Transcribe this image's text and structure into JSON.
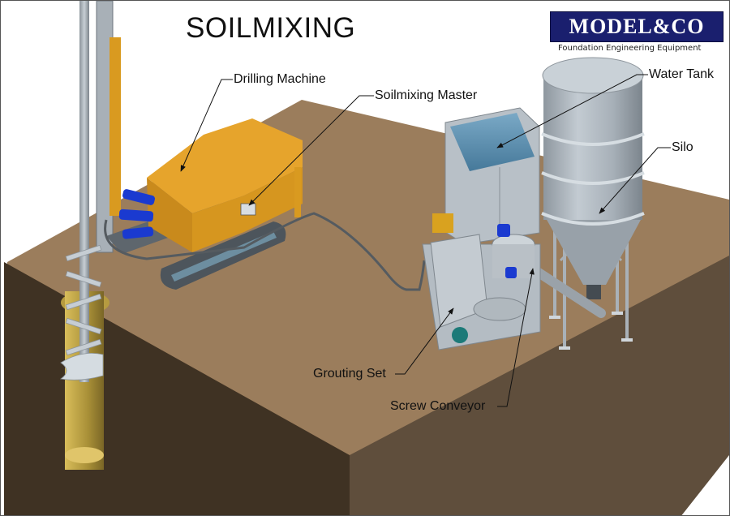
{
  "title": "SOILMIXING",
  "logo": {
    "name": "MODEL&CO",
    "tagline": "Foundation Engineering Equipment",
    "color": "#1a1f6e"
  },
  "colors": {
    "ground_top": "#9b7d5c",
    "ground_front": "#3f3223",
    "ground_side": "#5f4e3c",
    "machine_yellow": "#e6a42c",
    "steel_gray": "#b9c1c8",
    "water_blue": "#5a8fb0",
    "hydraulic_blue": "#1a3ad0",
    "borehole": "#c8a94a"
  },
  "labels": [
    {
      "id": "drilling-machine",
      "text": "Drilling Machine"
    },
    {
      "id": "soilmixing-master",
      "text": "Soilmixing Master"
    },
    {
      "id": "water-tank",
      "text": "Water Tank"
    },
    {
      "id": "silo",
      "text": "Silo"
    },
    {
      "id": "grouting-set",
      "text": "Grouting Set"
    },
    {
      "id": "screw-conveyor",
      "text": "Screw Conveyor"
    }
  ]
}
